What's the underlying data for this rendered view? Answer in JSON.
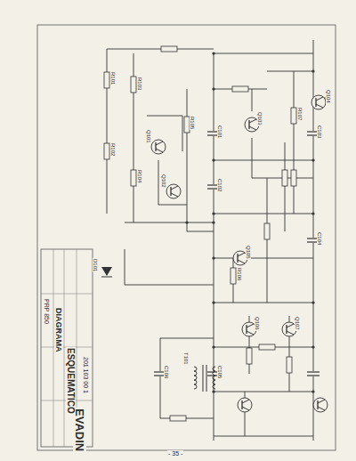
{
  "diagram": {
    "labels": [
      "EVADIN",
      "DIAGRAMA",
      "ESQUEMATICO",
      "PRP 850",
      "201 103 00 1",
      "- 35 -",
      "R101",
      "R102",
      "R103",
      "R104",
      "R105",
      "R106",
      "R107",
      "C101",
      "C102",
      "C103",
      "C104",
      "C105",
      "C106",
      "Q101",
      "Q102",
      "Q103",
      "Q104",
      "Q105",
      "Q106",
      "Q107",
      "T101",
      "D101"
    ]
  }
}
